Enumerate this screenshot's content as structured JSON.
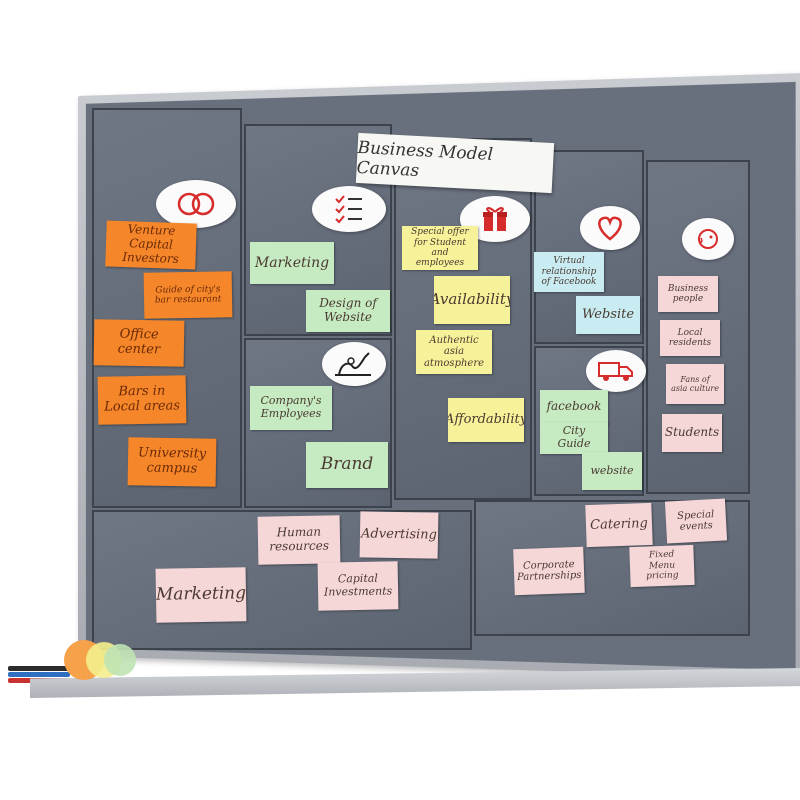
{
  "title": "Business Model Canvas",
  "colors": {
    "board": "#68707d",
    "frame": "#b5b9be",
    "orange": "#f5862a",
    "green": "#c6ebc2",
    "yellow": "#f6f29a",
    "blue": "#c9ecf3",
    "pink": "#f6d7d8",
    "icon_red": "#d62c2c"
  },
  "icons": {
    "partners": "rings-icon",
    "activities": "checklist-icon",
    "resources": "hand-writing-icon",
    "value": "gift-icon",
    "relationships": "heart-icon",
    "channels": "truck-icon",
    "segments": "face-icon"
  },
  "notes": {
    "venture_capital": "Venture Capital Investors",
    "guide_bars": "Guide of city's bar restaurant",
    "office_center": "Office center",
    "bars_local": "Bars in Local areas",
    "university": "University campus",
    "marketing_top": "Marketing",
    "design_website": "Design of Website",
    "company_employees": "Company's Employees",
    "brand": "Brand",
    "special_offer": "Special offer for Student and employees",
    "availability": "Availability",
    "authentic": "Authentic asia atmosphere",
    "affordability": "Affordability",
    "virtual_relationship": "Virtual relationship of Facebook",
    "website_rel": "Website",
    "facebook": "facebook",
    "city_guide": "City Guide",
    "website_ch": "website",
    "business_people": "Business people",
    "local_residents": "Local residents",
    "fans_asia": "Fans of asia culture",
    "students": "Students",
    "human_resources": "Human resources",
    "advertising": "Advertising",
    "capital_investments": "Capital Investments",
    "marketing_cost": "Marketing",
    "catering": "Catering",
    "special_events": "Special events",
    "corporate_partnerships": "Corporate Partnerships",
    "fixed_menu": "Fixed Menu pricing"
  }
}
